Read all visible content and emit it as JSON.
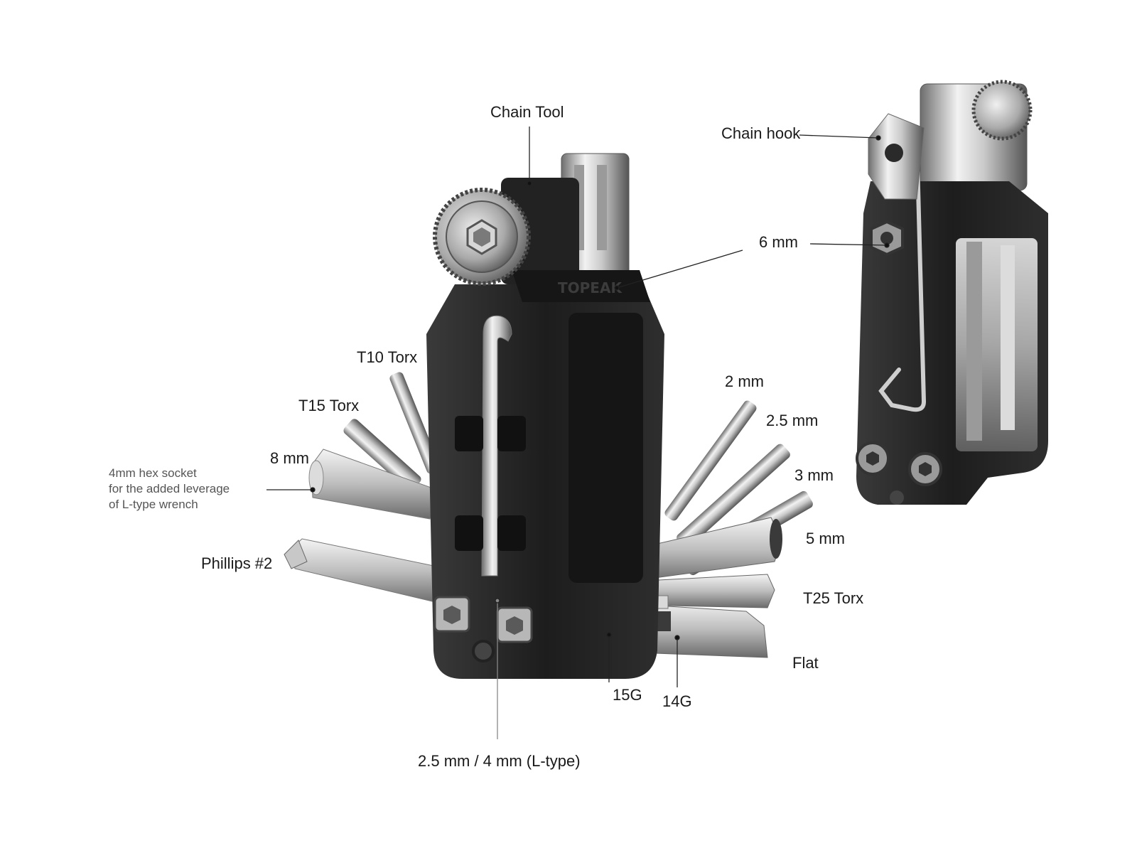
{
  "colors": {
    "body_black": "#1d1d1d",
    "body_dark": "#2b2b2b",
    "chrome_light": "#eeeeee",
    "chrome_mid": "#bcbcbc",
    "chrome_dark": "#7a7a7a",
    "leader_line": "#222222",
    "label_text": "#1a1a1a",
    "note_text": "#555555"
  },
  "brand_mark": "TOPEAK",
  "labels": {
    "chain_tool": "Chain Tool",
    "chain_hook": "Chain hook",
    "six_mm": "6 mm",
    "t10_torx": "T10 Torx",
    "t15_torx": "T15 Torx",
    "eight_mm": "8 mm",
    "phillips": "Phillips #2",
    "two_mm": "2 mm",
    "two_five_mm": "2.5 mm",
    "three_mm": "3 mm",
    "five_mm": "5 mm",
    "t25_torx": "T25 Torx",
    "flat": "Flat",
    "g15": "15G",
    "g14": "14G",
    "l_type": "2.5 mm / 4 mm (L-type)"
  },
  "note_lines": [
    "4mm hex socket",
    "for the added leverage",
    "of L-type wrench"
  ]
}
